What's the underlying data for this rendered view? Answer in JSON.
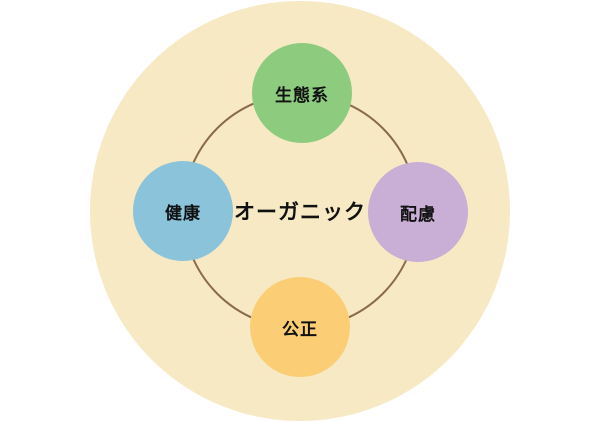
{
  "page": {
    "background_color": "#FFFFFF"
  },
  "diagram": {
    "center_label": "オーガニック",
    "outer_circle_color": "#F6E9C4",
    "ring_color": "#8A6A4A",
    "text_color": "#111111",
    "nodes": [
      {
        "id": "ecosystem",
        "label": "生態系",
        "color": "#8DCB7E",
        "position": "top"
      },
      {
        "id": "health",
        "label": "健康",
        "color": "#8AC3DA",
        "position": "left"
      },
      {
        "id": "consideration",
        "label": "配慮",
        "color": "#C9AED5",
        "position": "right"
      },
      {
        "id": "fairness",
        "label": "公正",
        "color": "#FBCE75",
        "position": "bottom"
      }
    ]
  }
}
